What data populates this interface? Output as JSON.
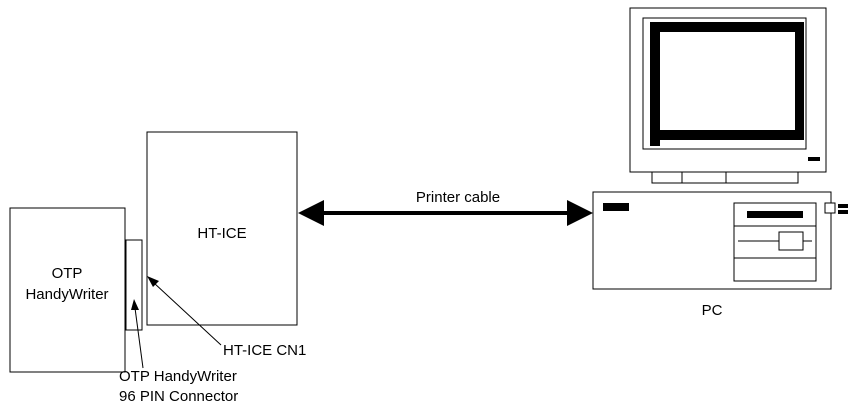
{
  "labels": {
    "otp_box_line1": "OTP",
    "otp_box_line2": "HandyWriter",
    "ice_box": "HT-ICE",
    "cable": "Printer cable",
    "pc": "PC",
    "cn1": "HT-ICE CN1",
    "connector_line1": "OTP HandyWriter",
    "connector_line2": "96 PIN Connector"
  }
}
